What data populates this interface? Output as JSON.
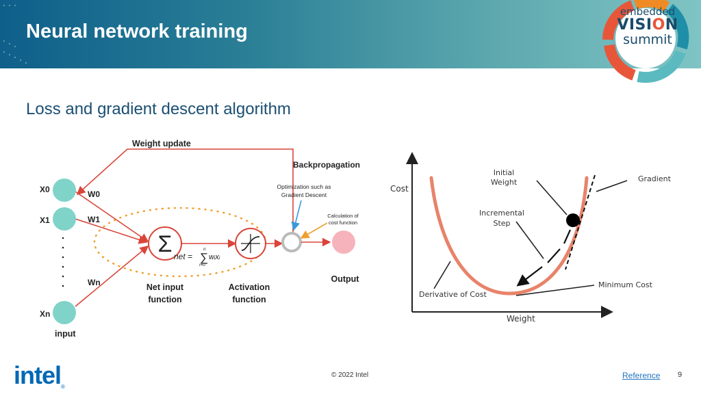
{
  "header": {
    "title": "Neural network training",
    "bg_color_start": "#0e5f8a",
    "bg_color_end": "#7fc4c4"
  },
  "logo": {
    "line1": "embedded",
    "line2a": "VISI",
    "line2b": "N",
    "line3": "summit",
    "ring_colors": [
      "#e8563a",
      "#f08a24",
      "#1f8fa8",
      "#5bbac0"
    ]
  },
  "subtitle": "Loss and gradient descent algorithm",
  "diagram": {
    "weight_update": "Weight update",
    "backpropagation": "Backpropagation",
    "optimization_line1": "Optimization such as",
    "optimization_line2": "Gradient Descent",
    "calc_line1": "Calculation of",
    "calc_line2": "cost function",
    "inputs": [
      "X0",
      "X1",
      "Xn"
    ],
    "weights": [
      "W0",
      "W1",
      "Wn"
    ],
    "input_label": "input",
    "net_input_line1": "Net input",
    "net_input_line2": "function",
    "activation_line1": "Activation",
    "activation_line2": "function",
    "output_label": "Output",
    "sigma_symbol": "Σ",
    "formula_lhs": "net =",
    "formula_sum": "∑",
    "formula_upper": "n",
    "formula_lower": "i=0",
    "formula_term": "wᵢxᵢ",
    "input_node_color": "#7fd3c8",
    "output_node_color": "#f6b3bb",
    "arrow_color": "#d9453a",
    "dotted_color": "#f0a030"
  },
  "chart": {
    "ylabel": "Cost",
    "xlabel": "Weight",
    "initial_weight_line1": "Initial",
    "initial_weight_line2": "Weight",
    "gradient": "Gradient",
    "incremental_line1": "Incremental",
    "incremental_line2": "Step",
    "minimum_cost": "Minimum Cost",
    "derivative_of_cost": "Derivative of Cost",
    "curve_color": "#e8836a"
  },
  "footer": {
    "brand": "intel",
    "brand_mark": "®",
    "copyright": "© 2022 Intel",
    "reference": "Reference",
    "page": "9"
  }
}
